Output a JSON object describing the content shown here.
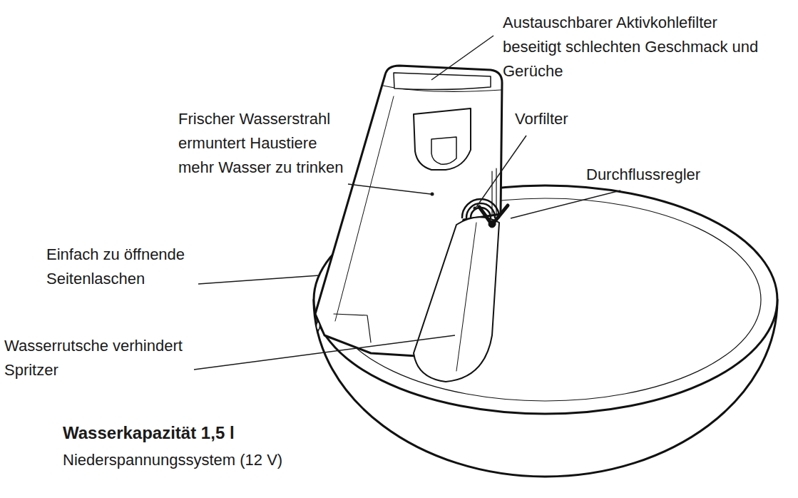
{
  "diagram": {
    "labels": [
      "Austauschbarer Aktivkohlefilter beseitigt schlechten Geschmack und Gerüche",
      "Frischer Wasserstrahl ermuntert Haustiere mehr Wasser zu trinken",
      "Vorfilter",
      "Durchflussregler",
      "Einfach zu öffnende Seitenlaschen",
      "Wasserrutsche verhindert Spritzer",
      "Wasserkapazität 1,5 l",
      "Niederspannungssystem (12 V)"
    ]
  }
}
